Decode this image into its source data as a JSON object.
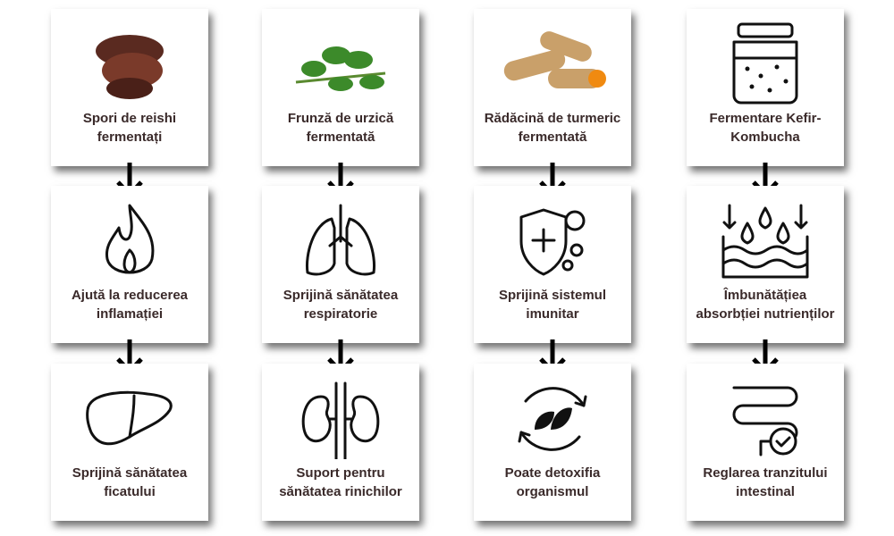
{
  "columns": [
    {
      "cards": [
        "Spori de reishi fermentați",
        "Ajută la reducerea inflamației",
        "Sprijină sănătatea ficatului"
      ],
      "icons": [
        "reishi-mushroom-icon",
        "fire-icon",
        "liver-icon"
      ]
    },
    {
      "cards": [
        "Frunză de urzică fermentată",
        "Sprijină sănătatea respiratorie",
        "Suport pentru sănătatea rinichilor"
      ],
      "icons": [
        "nettle-leaf-icon",
        "lungs-icon",
        "kidneys-icon"
      ]
    },
    {
      "cards": [
        "Rădăcină de turmeric fermentată",
        "Sprijină sistemul imunitar",
        "Poate detoxifia organismul"
      ],
      "icons": [
        "turmeric-root-icon",
        "immune-shield-icon",
        "detox-leaf-icon"
      ]
    },
    {
      "cards": [
        "Fermentare Kefir-Kombucha",
        "Îmbunătățiea absorbției nutrienților",
        "Reglarea tranzitului intestinal"
      ],
      "icons": [
        "fermentation-jar-icon",
        "absorption-icon",
        "intestine-icon"
      ]
    }
  ]
}
